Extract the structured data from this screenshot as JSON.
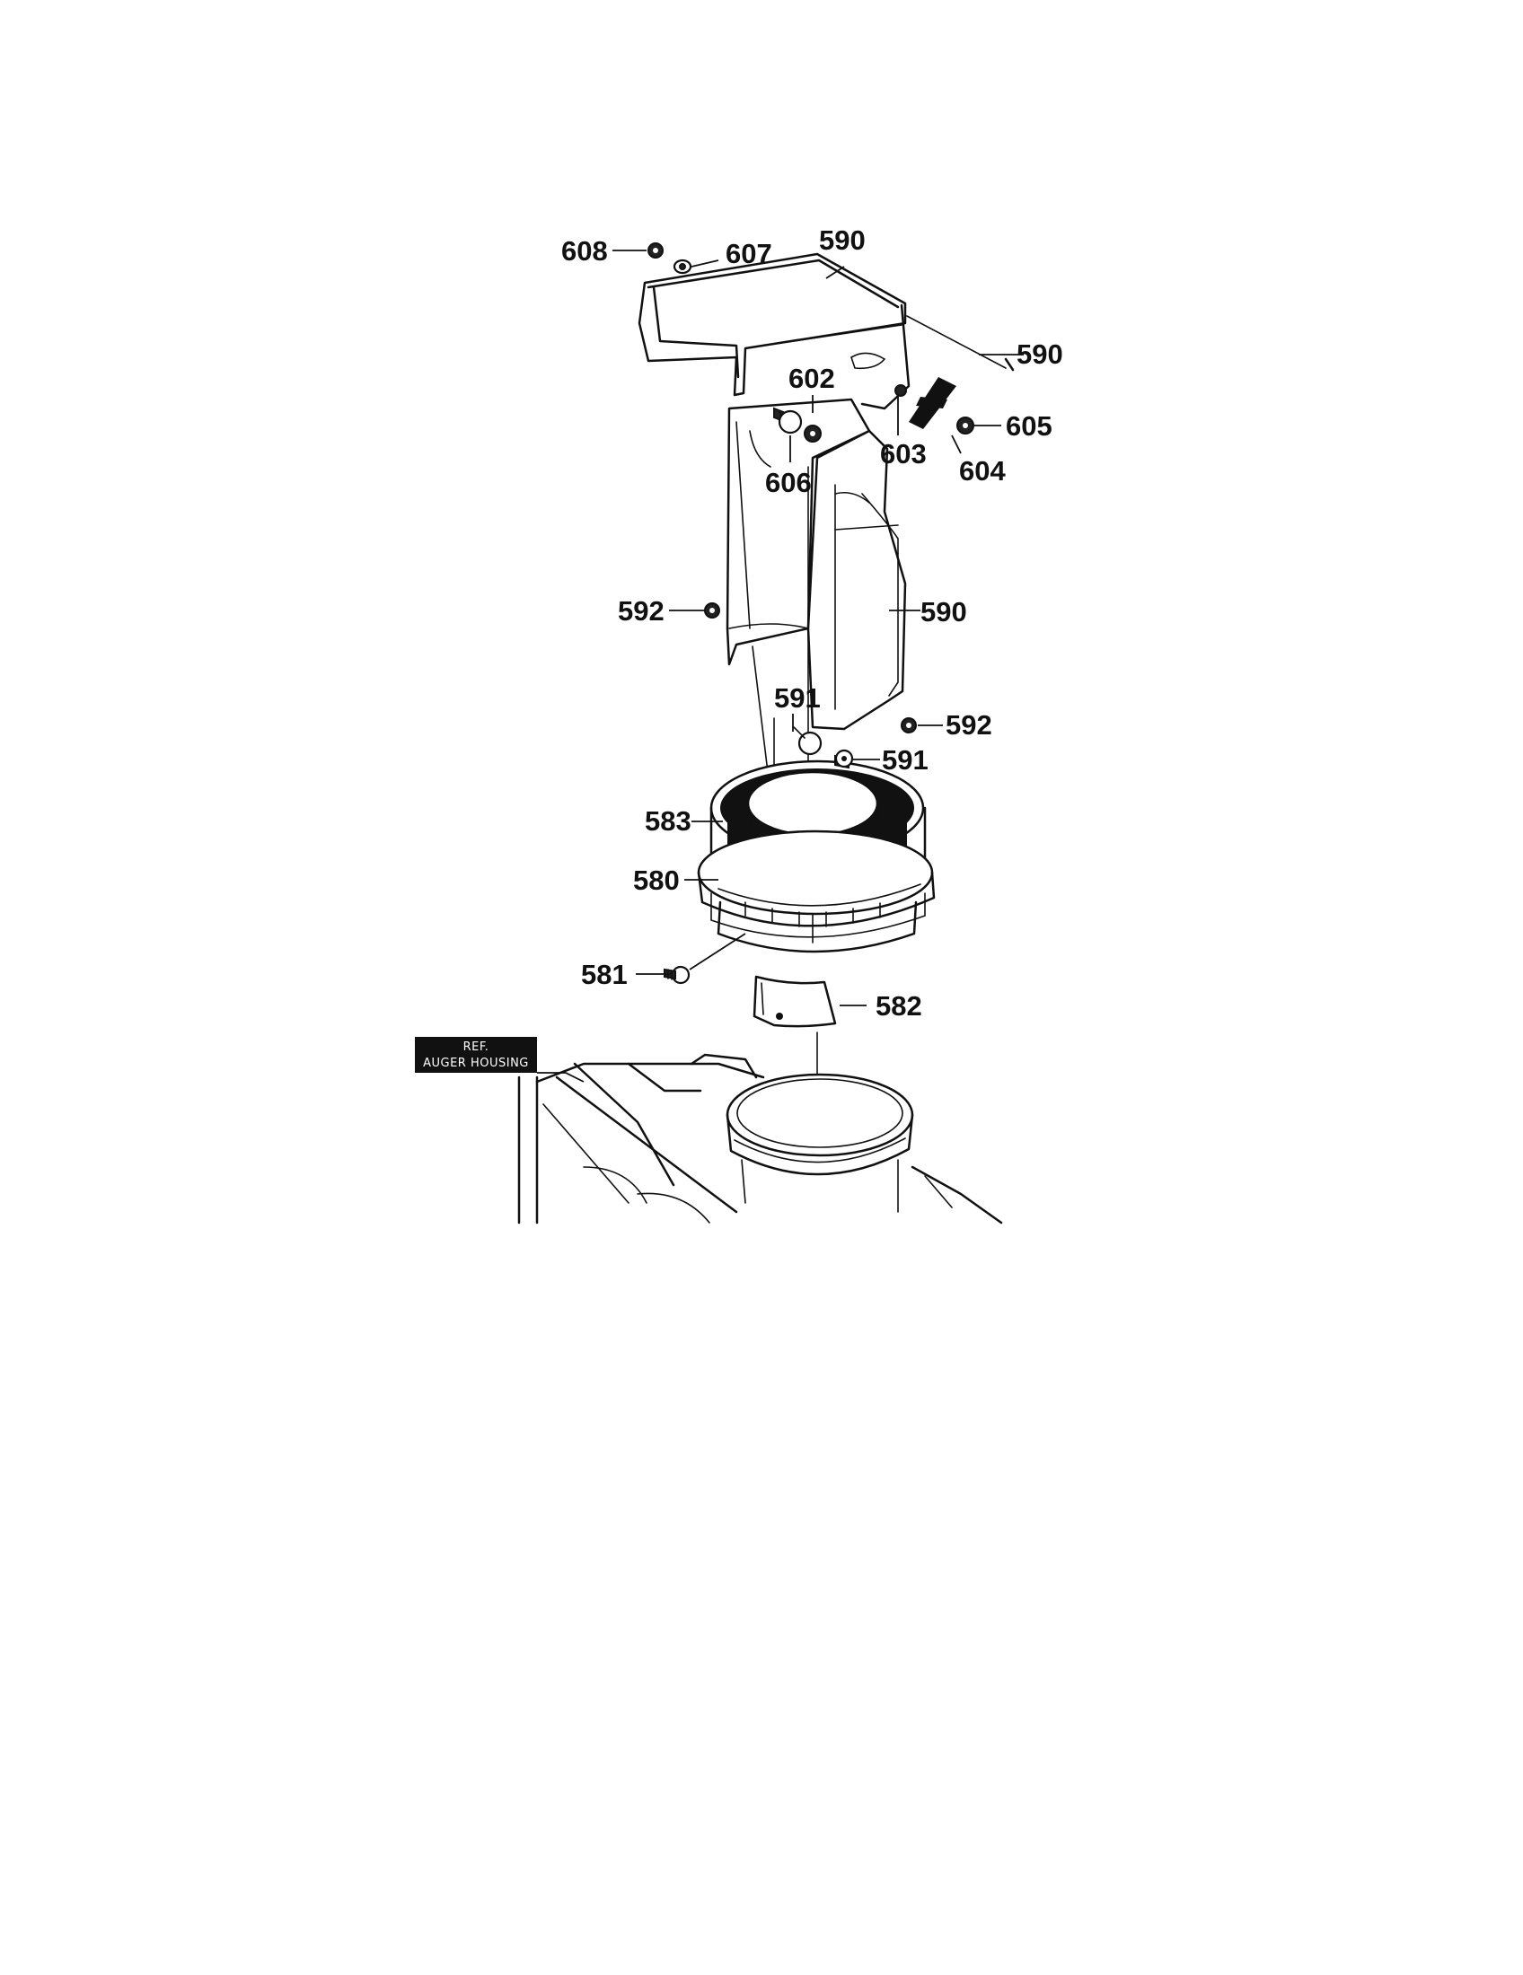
{
  "reference_label": {
    "line1": "REF.",
    "line2": "AUGER HOUSING"
  },
  "part_labels": {
    "p608": "608",
    "p607": "607",
    "p590_top": "590",
    "p590_right": "590",
    "p602": "602",
    "p605": "605",
    "p603": "603",
    "p606": "606",
    "p604": "604",
    "p592_left": "592",
    "p590_mid": "590",
    "p591_a": "591",
    "p592_right": "592",
    "p591_b": "591",
    "p583": "583",
    "p580": "580",
    "p581": "581",
    "p582": "582"
  }
}
